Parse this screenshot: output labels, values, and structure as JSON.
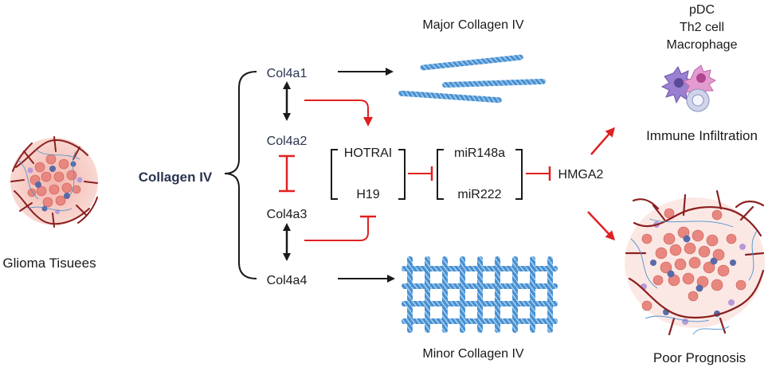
{
  "labels": {
    "glioma": "Glioma Tisuees",
    "collagen_iv": "Collagen IV",
    "col4a1": "Col4a1",
    "col4a2": "Col4a2",
    "col4a3": "Col4a3",
    "col4a4": "Col4a4",
    "hotrai": "HOTRAI",
    "h19": "H19",
    "mir148a": "miR148a",
    "mir222": "miR222",
    "hmga2": "HMGA2",
    "major_collagen": "Major Collagen IV",
    "minor_collagen": "Minor Collagen IV",
    "pdc": "pDC",
    "th2": "Th2 cell",
    "macrophage": "Macrophage",
    "immune_infiltration": "Immune Infiltration",
    "poor_prognosis": "Poor Prognosis"
  },
  "colors": {
    "text": "#1a1a1a",
    "col_label": "#2a3550",
    "activation": "#1a1a1a",
    "inhibition": "#e02020",
    "collagen_fiber": "#3a86c8",
    "tissue_vessel": "#8b2020",
    "tissue_cell": "#e8877f"
  }
}
